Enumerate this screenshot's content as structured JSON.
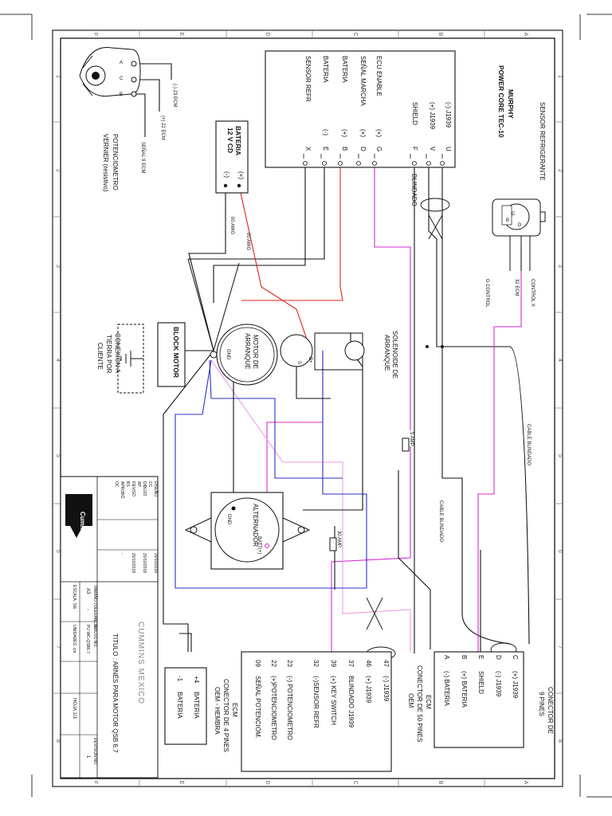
{
  "border": {
    "top_letters": [
      "F",
      "E",
      "D",
      "C",
      "B",
      "A"
    ],
    "bottom_letters": [
      "F",
      "E",
      "D",
      "C",
      "B",
      "A"
    ],
    "side_numbers": [
      "1",
      "2",
      "3",
      "4",
      "5",
      "6",
      "7",
      "8"
    ]
  },
  "murphy": {
    "title1": "MURPHY",
    "title2": "POWER CORE TEC-10",
    "rows": [
      {
        "name": "(-) J1939",
        "pin": "U"
      },
      {
        "name": "(+) J1939",
        "pin": "V"
      },
      {
        "name": "SHIELD",
        "pin": "F"
      },
      {
        "name": "ECU ENABLE",
        "pol": "(+)",
        "pin": "G"
      },
      {
        "name": "SEÑAL MARCHA",
        "pol": "(+)",
        "pin": "D"
      },
      {
        "name": "BATERIA",
        "pol": "(+)",
        "pin": "B"
      },
      {
        "name": "BATERIA",
        "pol": "(-)",
        "pin": "E"
      },
      {
        "name": "SENSOR REFR",
        "pol": "",
        "pin": "X"
      }
    ],
    "blindado": "BLINDADO"
  },
  "sensor": {
    "title": "SENSOR REFRIGERANTE",
    "pins": [
      "C",
      "B",
      "D"
    ],
    "labels": [
      "CONTROL X",
      "32 ECM",
      "G CONTROL"
    ]
  },
  "potenciometro": {
    "title1": "POTENCIOMETRO",
    "title2": "VERNIER (resistivo)",
    "pins": [
      "A",
      "C",
      "B"
    ],
    "labels": [
      "(-) 23 ECM",
      "(+) 22 ECM",
      "SEÑAL 9 ECM"
    ]
  },
  "bateria": {
    "title1": "BATERIA",
    "title2": "12 V  CD",
    "pos": "(+)",
    "neg": "(-)"
  },
  "wires": {
    "awg1": "00 AWG",
    "awg2": "00 AWG"
  },
  "motor_arranque": {
    "line1": "MOTOR DE",
    "line2": "ARRANQUE",
    "gnd": "GND"
  },
  "solenoide": {
    "line1": "SOLENOIDE DE",
    "line2": "ARRANQUE",
    "b": "B+",
    "s": "S"
  },
  "block_motor": "BLOCK MOTOR",
  "tierra": {
    "lines": [
      "CONEXIÓN A",
      "TIERRA POR",
      "CLIENTE"
    ]
  },
  "alternador": {
    "title": "ALTERNADOR",
    "gnd": "GND",
    "batt": "BATT(+)"
  },
  "fuses": {
    "f5": "5 AMP",
    "f30": "30 AMP"
  },
  "cables": {
    "blindado1": "CABLE BLINDADO",
    "blindado2": "CABLE BLINDADO"
  },
  "conector9": {
    "title1": "CONECTOR DE",
    "title2": "9 PINES",
    "rows": [
      {
        "pin": "C",
        "text": "(+) J1939"
      },
      {
        "pin": "D",
        "text": "(-) J1939"
      },
      {
        "pin": "E",
        "text": "SHIELD"
      },
      {
        "pin": "B",
        "text": "(+) BATERIA"
      },
      {
        "pin": "A",
        "text": "(-) BATERIA"
      }
    ]
  },
  "ecm50": {
    "title1": "ECM",
    "title2": "CONECTOR DE 50 PINES",
    "title3": "OEM",
    "rows": [
      {
        "pin": "47",
        "text": "(-) J1939"
      },
      {
        "pin": "46",
        "text": "(+) J1939"
      },
      {
        "pin": "37",
        "text": "BLINDADO J1939"
      },
      {
        "pin": "39",
        "text": "(+) KEY SWITCH"
      },
      {
        "pin": "32",
        "text": "(-)SENSOR REFR"
      },
      {
        "pin": "23",
        "text": "(-) POTENCIOMETRO"
      },
      {
        "pin": "22",
        "text": "(+)POTENCIOMETRO"
      },
      {
        "pin": "09",
        "text": "SEÑAL POTENCIOM."
      }
    ]
  },
  "ecm4": {
    "title1": "ECM",
    "title2": "CONECTOR DE 4 PINES",
    "title3": "OEM - HEMBRA",
    "rows": [
      {
        "pin": "+4",
        "text": "BATERIA"
      },
      {
        "pin": "-1",
        "text": "BATERIA"
      }
    ]
  },
  "titleblock": {
    "company": "CUMMINS MEXICO",
    "logo": "Cummins",
    "titulo": "TITULO : ARNÉS PARA MOTOR QSB 6.7",
    "roles": [
      "DISEÑO",
      "CC",
      "DIBUJÓ",
      "AP",
      "REVISÓ",
      "BS",
      "APROBÓ",
      "OC"
    ],
    "dates": [
      "20/10/2018",
      "",
      "20/10/2018",
      "",
      "20/10/2018",
      "",
      "-",
      ""
    ],
    "tamano_lbl": "TAMAÑO",
    "tamano": "A3",
    "tolerancia_lbl": "TOLERANCIA",
    "tolerancia": "-",
    "dibujo_lbl": "DIBUJO NO.",
    "dibujo": "PU WC-QSB6.7",
    "escala_lbl": "ESCALA: S/E",
    "unidades": "UNIDADES: cm",
    "hoja": "HOJA 1/3",
    "revision_lbl": "REVISION NO.",
    "revision": "1"
  },
  "colors": {
    "red": "#e0241b",
    "magenta": "#d12bd1",
    "pink": "#f29ae6",
    "blue": "#2b2fc7",
    "black": "#111111"
  }
}
